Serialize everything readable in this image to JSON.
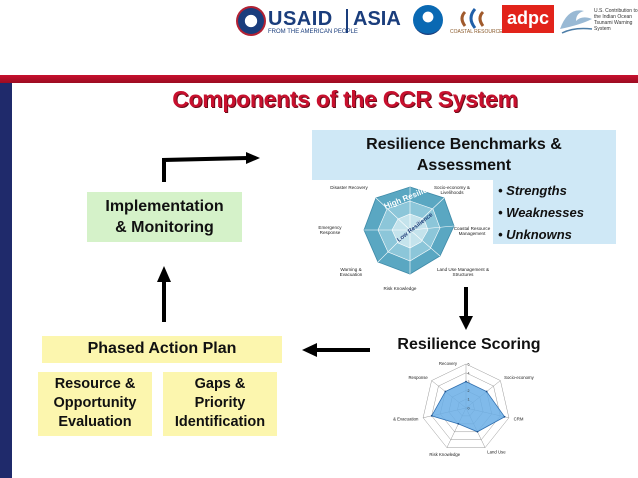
{
  "header": {
    "usaid": "USAID",
    "usaid_sub": "FROM THE AMERICAN PEOPLE",
    "asia": "ASIA",
    "crc": "COASTAL RESOURCES CENTER",
    "adpc": "adpc",
    "itws": "U.S. Contribution to the Indian Ocean Tsunami Warning System"
  },
  "title": "Components of the CCR System",
  "benchmarks": {
    "title_line1": "Resilience Benchmarks &",
    "title_line2": "Assessment",
    "list": [
      "• Strengths",
      "• Weaknesses",
      "• Unknowns"
    ]
  },
  "radar_top": {
    "high_label": "High Resilience",
    "low_label": "Low Resilience",
    "axes": [
      "Disaster Recovery",
      "Socio-economy & Livelihoods",
      "Coastal Resource Management",
      "Land Use Management & Structures",
      "Risk Knowledge",
      "Warning & Evacuation",
      "Emergency Response"
    ],
    "colors": {
      "outer": "#5aa7c2",
      "mid": "#8cc6d9",
      "inner": "#c4e3ec"
    }
  },
  "implementation": {
    "line1": "Implementation",
    "line2": "& Monitoring"
  },
  "scoring": {
    "title": "Resilience Scoring",
    "axes": [
      "Recovery",
      "Socio-economy",
      "CRM",
      "Land Use",
      "Risk Knowledge",
      "Warning & Evacuation",
      "Response"
    ],
    "ticks": [
      "5",
      "4",
      "3",
      "2",
      "1",
      "0"
    ],
    "scores": [
      3,
      3,
      4.5,
      3,
      2,
      4,
      3
    ],
    "fill_color": "#6aaee6"
  },
  "phased": {
    "label": "Phased Action Plan"
  },
  "resource": {
    "line1": "Resource &",
    "line2": "Opportunity",
    "line3": "Evaluation"
  },
  "gaps": {
    "line1": "Gaps &",
    "line2": "Priority",
    "line3": "Identification"
  },
  "colors": {
    "title_red": "#c8102e",
    "blue_box": "#cfe8f6",
    "green_box": "#d5f2c9",
    "yellow_box": "#fcf6ae",
    "nav_blue": "#1f2a6b"
  }
}
